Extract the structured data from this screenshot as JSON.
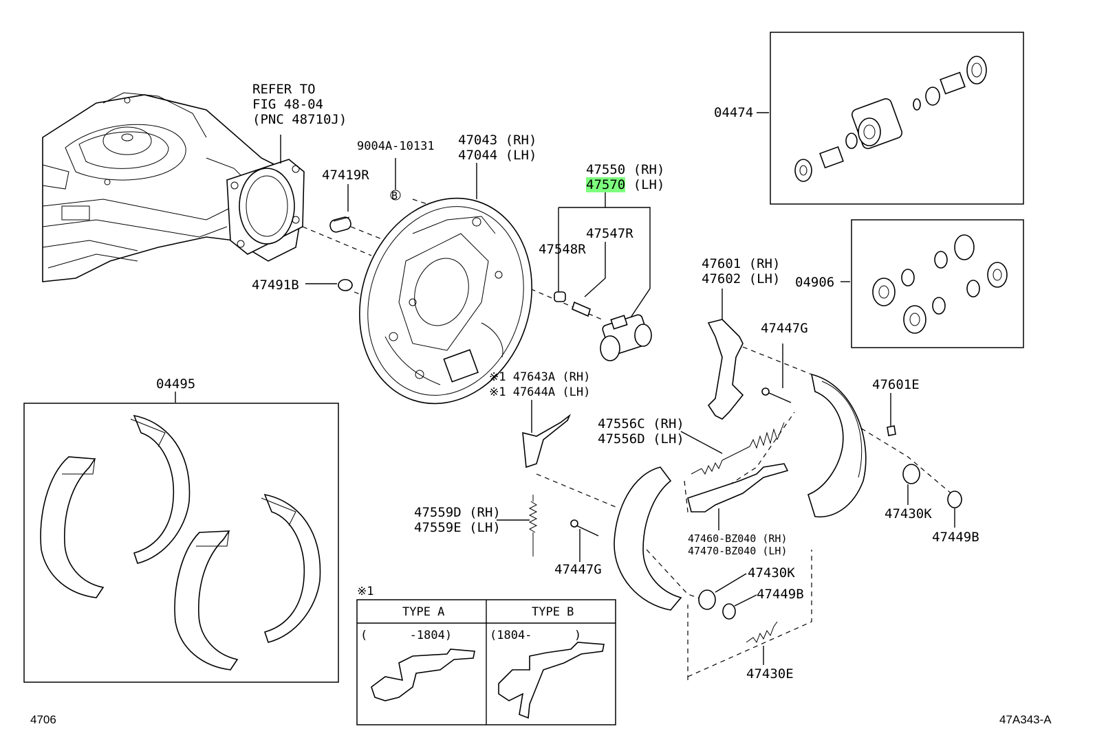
{
  "diagram": {
    "refer": [
      "REFER TO",
      "FIG 48-04",
      "(PNC 48710J)"
    ],
    "parts": {
      "p9004a": "9004A-10131",
      "p47043": "47043 (RH)",
      "p47044": "47044 (LH)",
      "p47419r": "47419R",
      "p47491b": "47491B",
      "p47550": "47550 (RH)",
      "p47570_num": "47570",
      "p47570_side": " (LH)",
      "p47547r": "47547R",
      "p47548r": "47548R",
      "p04474": "04474",
      "p04906": "04906",
      "p47601": "47601 (RH)",
      "p47602": "47602 (LH)",
      "p47447g_top": "47447G",
      "p47601e": "47601E",
      "p04495": "04495",
      "p47643a": "※1 47643A (RH)",
      "p47644a": "※1 47644A (LH)",
      "p47556c": "47556C (RH)",
      "p47556d": "47556D (LH)",
      "p47559d": "47559D (RH)",
      "p47559e": "47559E (LH)",
      "p47447g_bot": "47447G",
      "p47460": "47460-BZ040 (RH)",
      "p47470": "47470-BZ040 (LH)",
      "p47430k_right": "47430K",
      "p47449b_right": "47449B",
      "p47430k_mid": "47430K",
      "p47449b_mid": "47449B",
      "p47430e": "47430E",
      "b_marker": "B"
    },
    "type_table": {
      "note": "※1",
      "type_a": "TYPE A",
      "type_b": "TYPE B",
      "range_a": "(      -1804)",
      "range_b": "(1804-      )"
    },
    "footer": {
      "left": "4706",
      "right": "47A343-A"
    },
    "highlight_color": "#7dff7d"
  }
}
